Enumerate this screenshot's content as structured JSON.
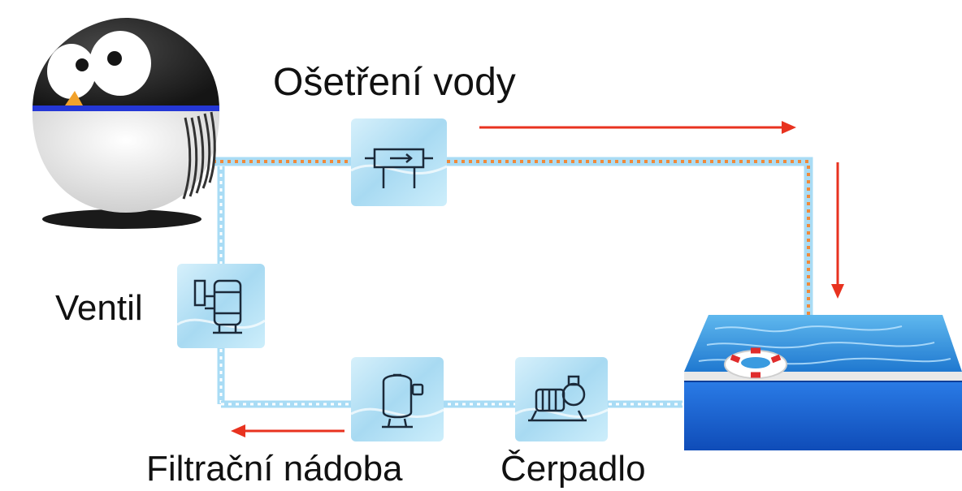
{
  "labels": {
    "water_treatment": "Ošetření vody",
    "valve": "Ventil",
    "filter_tank": "Filtrační nádoba",
    "pump": "Čerpadlo"
  },
  "colors": {
    "pipe_outer": "#a9dcf5",
    "pipe_dots": "#f08a3a",
    "flow_arrow": "#e8321f",
    "tile_fill": "#bfe6f7",
    "pool_water": "#3a9be0",
    "pool_wall": "#1a63d6",
    "heat_pump_body": "#2c2c2c",
    "heat_pump_band": "#2437d6"
  },
  "icons": [
    "heat-pump-penguin-icon",
    "chlorinator-icon",
    "valve-icon",
    "sand-filter-icon",
    "pump-icon",
    "pool-icon",
    "lifebuoy-icon"
  ]
}
